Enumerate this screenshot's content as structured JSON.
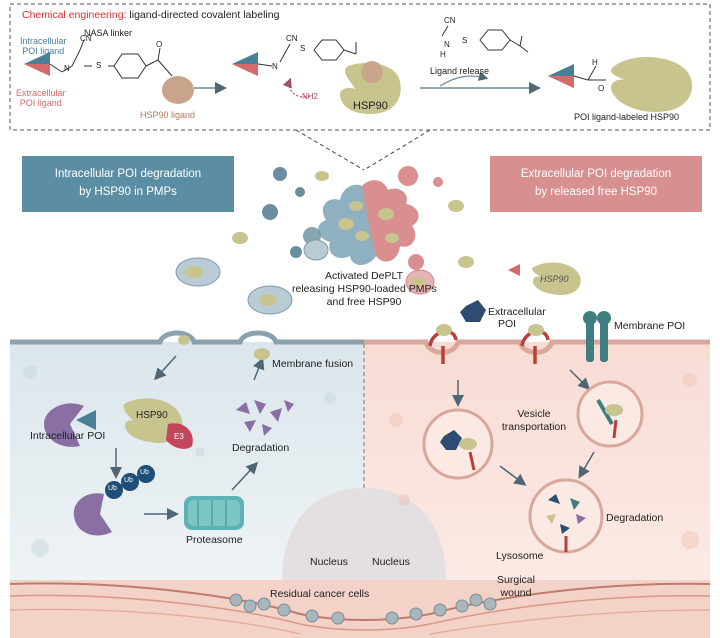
{
  "top_panel": {
    "title_prefix": "Chemical engineering:",
    "title_rest": " ligand-directed covalent labeling",
    "nasa_linker": "NASA linker",
    "intracellular_ligand": [
      "Intracellular",
      "POI ligand"
    ],
    "extracellular_ligand": [
      "Extracellular",
      "POI ligand"
    ],
    "hsp90_ligand": "HSP90 ligand",
    "hsp90": "HSP90",
    "nh2": "NH2",
    "ligand_release": "Ligand release",
    "labeled_hsp90": "POI ligand-labeled HSP90",
    "cn": "CN",
    "n": "N",
    "s": "S",
    "o": "O",
    "h": "H"
  },
  "left_banner": [
    "Intracellular POI degradation",
    "by HSP90 in PMPs"
  ],
  "right_banner": [
    "Extracellular POI degradation",
    "by released free HSP90"
  ],
  "center_caption": [
    "Activated DePLT",
    "releasing HSP90-loaded PMPs",
    "and free HSP90"
  ],
  "free_hsp90": "HSP90",
  "extracellular_poi": [
    "Extracellular",
    "POI"
  ],
  "membrane_poi": "Membrane POI",
  "membrane_fusion": "Membrane fusion",
  "intracellular_poi": "Intracellular POI",
  "hsp90_complex": "HSP90",
  "e3": "E3",
  "ub": "Ub",
  "degradation_left": "Degradation",
  "proteasome": "Proteasome",
  "nucleus_left": "Nucleus",
  "nucleus_right": "Nucleus",
  "vesicle_transportation": [
    "Vesicle",
    "transportation"
  ],
  "degradation_right": "Degradation",
  "lysosome": "Lysosome",
  "residual_cancer_cells": "Residual cancer cells",
  "surgical_wound": [
    "Surgical",
    "wound"
  ],
  "colors": {
    "hsp90": "#c8c48e",
    "intracellular_ligand": "#4a7f98",
    "extracellular_ligand": "#d46a6a",
    "left_banner": "#5b8ea3",
    "right_banner": "#d78f8f",
    "poi_purple": "#8a6fa5",
    "receptor_red": "#b8403a",
    "membrane_teal": "#3f7d80"
  }
}
